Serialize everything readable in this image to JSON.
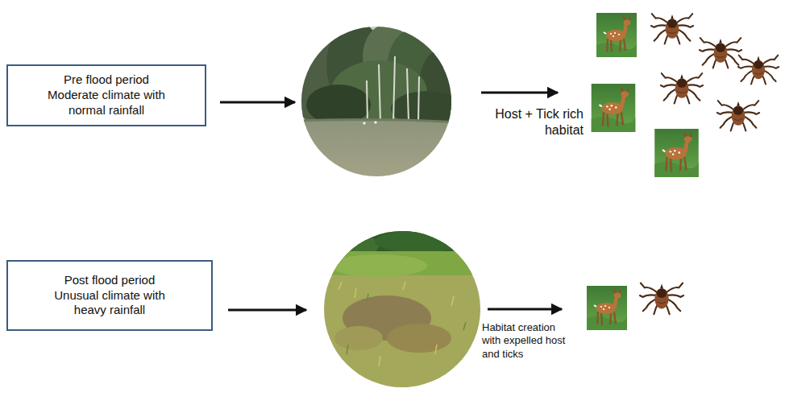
{
  "diagram": {
    "nodes": [
      {
        "text": [
          "Pre flood period Moderate climate with normal rainfall"
        ]
      },
      {
        "text": [
          "Post flood period Unusual climate with heavy rainfall"
        ]
      }
    ],
    "labels": [
      "Host + Tick rich habitat",
      "Habitat creation with expelled host and ticks"
    ]
  }
}
